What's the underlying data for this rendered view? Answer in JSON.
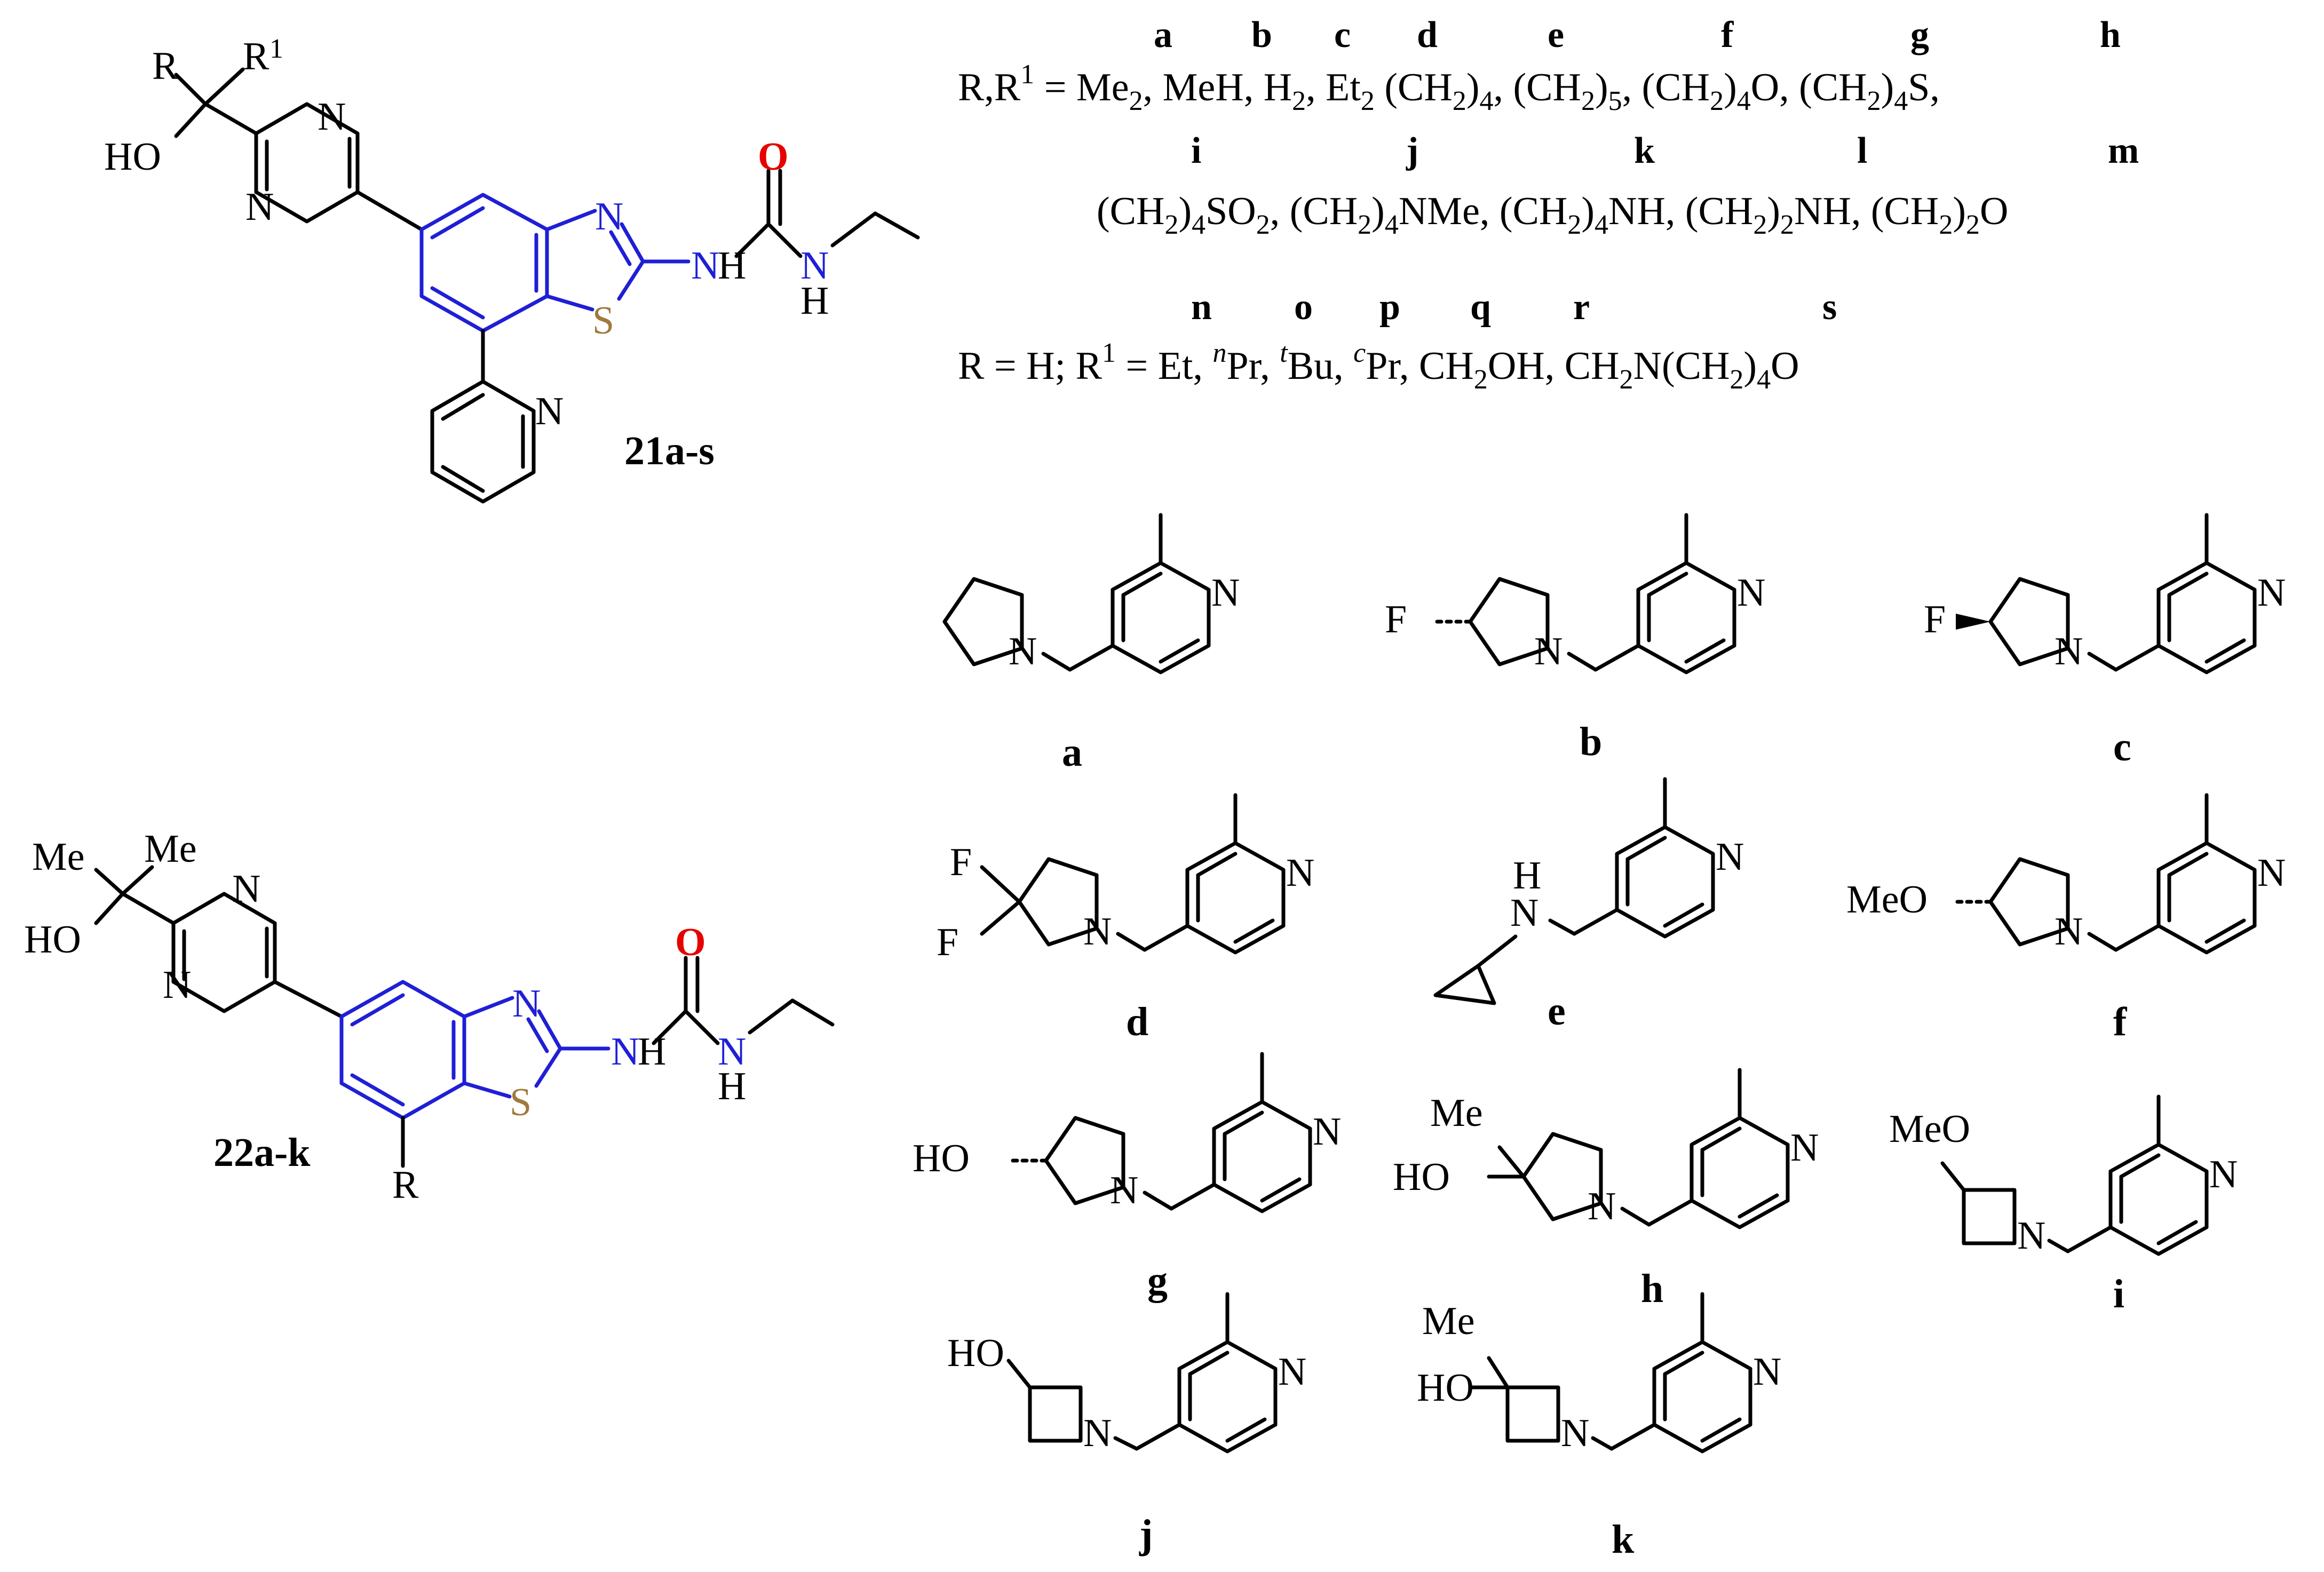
{
  "colors": {
    "benzothiazole_bonds": "#1f1fd6",
    "nitrogen_accent": "#1f1fd6",
    "carbonyl_oxygen": "#e60000",
    "sulfur": "#a07a3c"
  },
  "compound_21": {
    "label": "21a-s",
    "atoms": {
      "r": "R",
      "r1": "R",
      "r1_sup": "1",
      "ho": "HO",
      "n_pym_top": "N",
      "n_pym_bot": "N",
      "n_btz": "N",
      "s_btz": "S",
      "o_urea": "O",
      "n_urea1": "N",
      "h_urea1": "H",
      "n_urea2": "N",
      "h_urea2": "H",
      "n_pyridine": "N"
    }
  },
  "compound_22": {
    "label": "22a-k",
    "atoms": {
      "me1": "Me",
      "me2": "Me",
      "ho": "HO",
      "n_pym_top": "N",
      "n_pym_bot": "N",
      "n_btz": "N",
      "s_btz": "S",
      "o_urea": "O",
      "n_urea1": "N",
      "h_urea1": "H",
      "n_urea2": "N",
      "h_urea2": "H",
      "r": "R"
    }
  },
  "substituent_table": {
    "row1_letters": [
      "a",
      "b",
      "c",
      "d",
      "e",
      "f",
      "g",
      "h"
    ],
    "row1_lead": "R,R",
    "row1_lead_sup": "1",
    "row1_lead_eq": " = ",
    "row2_letters": [
      "i",
      "j",
      "k",
      "l",
      "m"
    ],
    "row3_letters": [
      "n",
      "o",
      "p",
      "q",
      "r",
      "s"
    ],
    "row3_lead": "R = H; R",
    "row3_lead_sup": "1",
    "row3_lead_eq": " = "
  },
  "r_groups": {
    "labels": [
      "a",
      "b",
      "c",
      "d",
      "e",
      "f",
      "g",
      "h",
      "i",
      "j",
      "k"
    ],
    "atom_n": "N",
    "atom_nh_h": "H",
    "atom_f": "F",
    "atom_meo": "MeO",
    "atom_ho": "HO",
    "atom_me": "Me"
  }
}
